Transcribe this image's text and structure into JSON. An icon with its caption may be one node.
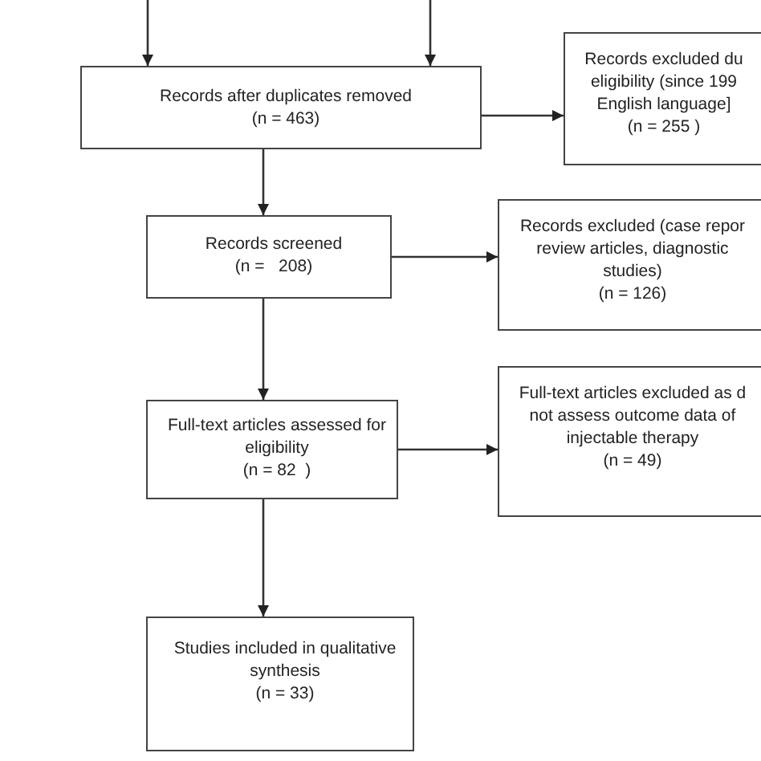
{
  "diagram": {
    "nodes": [
      {
        "text": [
          "Records after duplicates removed",
          "(n = 463)"
        ]
      },
      {
        "text": [
          "Records excluded du",
          "eligibility (since 199",
          "English language]",
          "(n = 255 )"
        ]
      },
      {
        "text": [
          "Records screened",
          "(n =   208)"
        ]
      },
      {
        "text": [
          "Records excluded (case repor",
          "review articles, diagnostic",
          "studies)",
          "(n = 126)"
        ]
      },
      {
        "text": [
          "Full-text articles assessed for eligibility",
          "(n = 82  )"
        ]
      },
      {
        "text": [
          "Full-text articles excluded as d",
          "not assess outcome data of",
          "injectable therapy",
          "(n = 49)"
        ]
      },
      {
        "text": [
          "Studies included in qualitative synthesis",
          "(n = 33)"
        ]
      }
    ],
    "edges": [
      {
        "from": null,
        "to": 0,
        "arrow": "to"
      },
      {
        "from": null,
        "to": 0,
        "arrow": "to"
      },
      {
        "from": 0,
        "to": 1,
        "arrow": "to"
      },
      {
        "from": 0,
        "to": 2,
        "arrow": "to"
      },
      {
        "from": 2,
        "to": 3,
        "arrow": "to"
      },
      {
        "from": 2,
        "to": 4,
        "arrow": "to"
      },
      {
        "from": 4,
        "to": 5,
        "arrow": "to"
      },
      {
        "from": 4,
        "to": 6,
        "arrow": "to"
      }
    ]
  }
}
